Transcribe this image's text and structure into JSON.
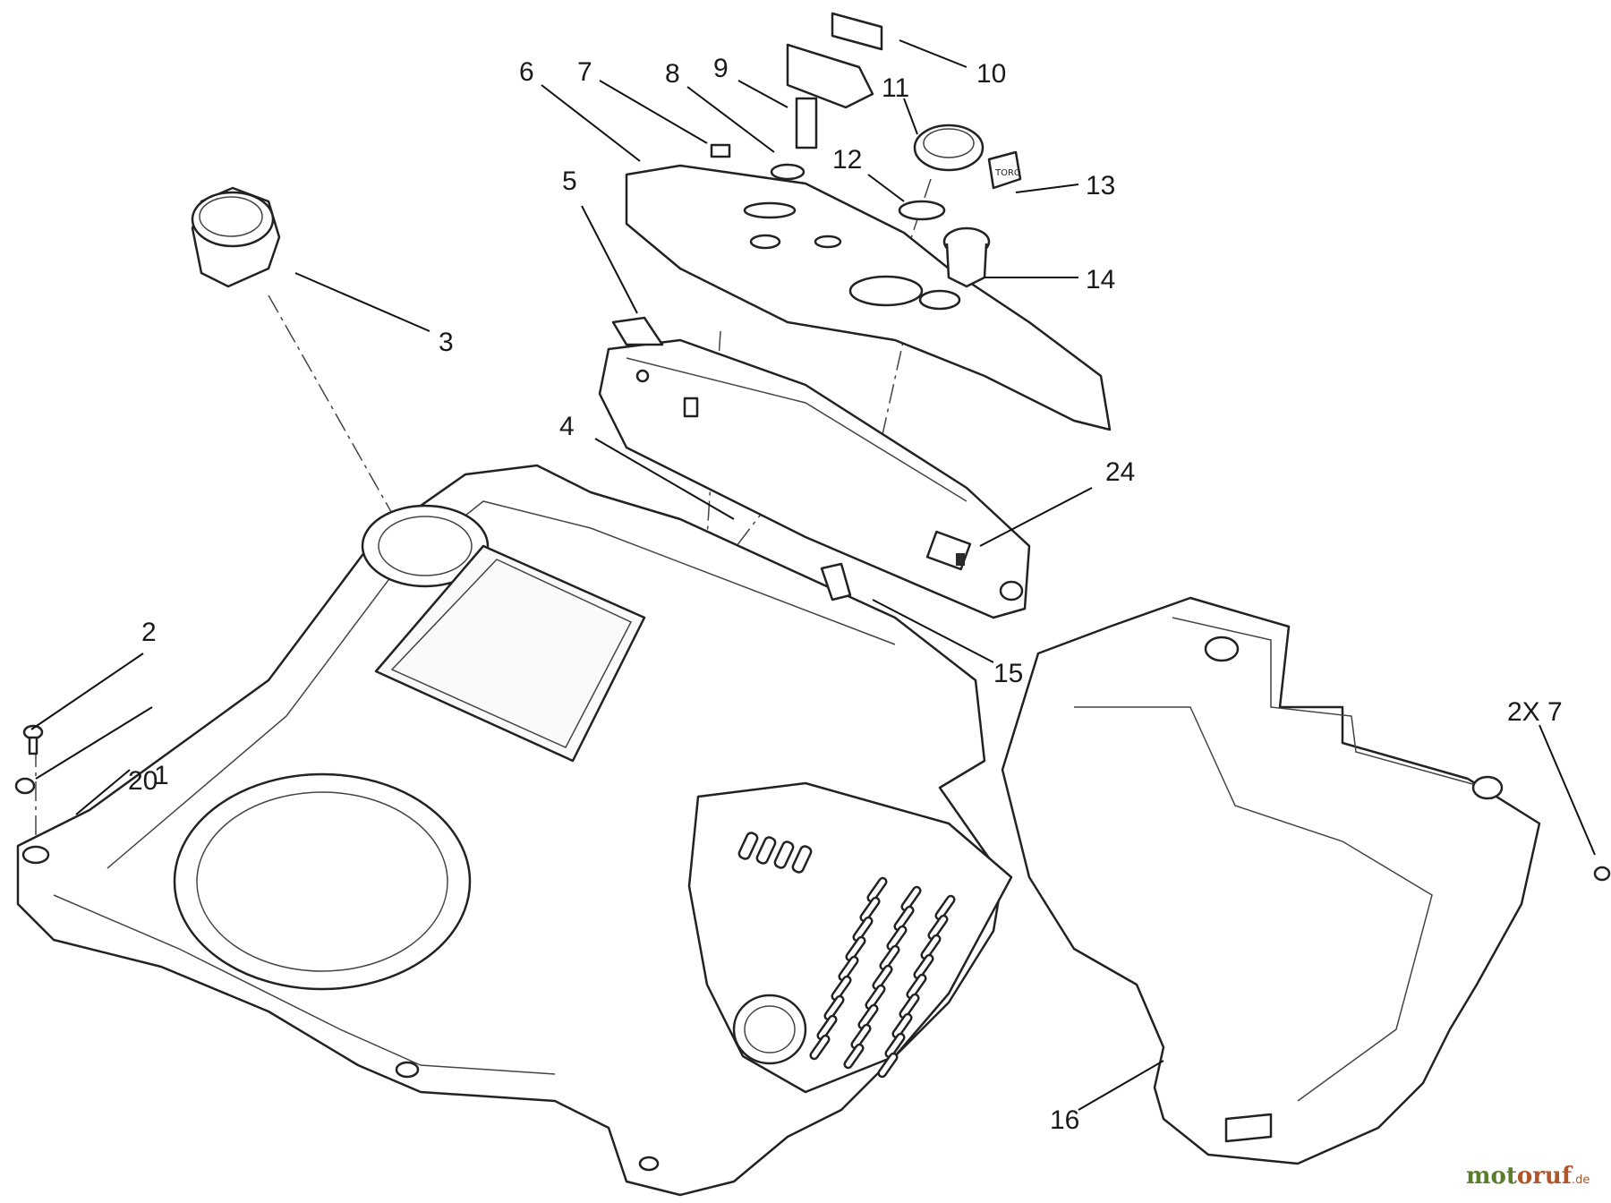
{
  "callouts": [
    {
      "id": "c1",
      "label": "1"
    },
    {
      "id": "c2",
      "label": "2"
    },
    {
      "id": "c3",
      "label": "3"
    },
    {
      "id": "c4",
      "label": "4"
    },
    {
      "id": "c5",
      "label": "5"
    },
    {
      "id": "c6",
      "label": "6"
    },
    {
      "id": "c7",
      "label": "7"
    },
    {
      "id": "c8",
      "label": "8"
    },
    {
      "id": "c9",
      "label": "9"
    },
    {
      "id": "c10",
      "label": "10"
    },
    {
      "id": "c11",
      "label": "11"
    },
    {
      "id": "c12",
      "label": "12"
    },
    {
      "id": "c13",
      "label": "13"
    },
    {
      "id": "c14",
      "label": "14"
    },
    {
      "id": "c15",
      "label": "15"
    },
    {
      "id": "c16",
      "label": "16"
    },
    {
      "id": "c20",
      "label": "20"
    },
    {
      "id": "c24",
      "label": "24"
    },
    {
      "id": "c2x7",
      "label": "2X 7"
    }
  ],
  "key_label": "TORO",
  "watermark": {
    "part1": "mot",
    "part2": "oruf",
    "suffix": ".de"
  }
}
